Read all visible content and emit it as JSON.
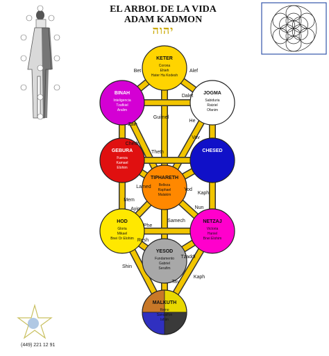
{
  "titles": {
    "line1": "EL ARBOL DE LA VIDA",
    "line2": "ADAM KADMON",
    "hebrew": "יהוה"
  },
  "colors": {
    "path_fill": "#f2c500",
    "path_stroke": "#333333",
    "keter": "#ffd400",
    "jogma": "#ffffff",
    "binah": "#d400d4",
    "chesed": "#1010c8",
    "geburah": "#e01010",
    "tiphareth": "#ff8800",
    "netzach": "#ff00cc",
    "hod": "#ffe800",
    "yesod": "#a8a8a8",
    "malkuth": [
      "#c87828",
      "#3a3a3a",
      "#3030c0",
      "#e8d800"
    ]
  },
  "sephiroth": [
    {
      "id": "keter",
      "label": "KETER",
      "lines": [
        "Corona",
        "Ehieh",
        "Hater Ha Kodesh"
      ]
    },
    {
      "id": "jogma",
      "label": "JOGMA",
      "lines": [
        "Sabiduria",
        "Ratziel",
        "Ofanim"
      ]
    },
    {
      "id": "binah",
      "label": "BINAH",
      "lines": [
        "Inteligencia",
        "Tzafkiel",
        "Aralim"
      ]
    },
    {
      "id": "chesed",
      "label": "CHESED",
      "lines": []
    },
    {
      "id": "geburah",
      "label": "GEBURA",
      "lines": [
        "Fuerza",
        "Kamael",
        "Elohim"
      ]
    },
    {
      "id": "tiphareth",
      "label": "TIPHARETH",
      "lines": [
        "Belleza",
        "Raphael",
        "Malakim"
      ]
    },
    {
      "id": "netzach",
      "label": "NETZAJ",
      "lines": [
        "Victoria",
        "Haniel",
        "Bnei Elohim"
      ]
    },
    {
      "id": "hod",
      "label": "HOD",
      "lines": [
        "Gloria",
        "Mikael",
        "Bnei Or Elohim"
      ]
    },
    {
      "id": "yesod",
      "label": "YESOD",
      "lines": [
        "Fundamento",
        "Gabriel",
        "Serafim"
      ]
    },
    {
      "id": "malkuth",
      "label": "MALKUTH",
      "lines": [
        "Reino",
        "Sandalfon",
        "Ishim"
      ]
    }
  ],
  "path_letters": [
    {
      "id": "bet",
      "text": "Bet"
    },
    {
      "id": "alef",
      "text": "Alef"
    },
    {
      "id": "guimel",
      "text": "Guimel"
    },
    {
      "id": "dalet",
      "text": "Dalet"
    },
    {
      "id": "zain",
      "text": "Zain"
    },
    {
      "id": "he",
      "text": "He"
    },
    {
      "id": "vav",
      "text": "Vav"
    },
    {
      "id": "cheth",
      "text": "Cheth"
    },
    {
      "id": "theth",
      "text": "Theth"
    },
    {
      "id": "lamed",
      "text": "Lamed"
    },
    {
      "id": "yod",
      "text": "Yod"
    },
    {
      "id": "mem",
      "text": "Mem"
    },
    {
      "id": "kaph1",
      "text": "Kaph"
    },
    {
      "id": "ayin",
      "text": "Ayin"
    },
    {
      "id": "nun",
      "text": "Nun"
    },
    {
      "id": "samech",
      "text": "Samech"
    },
    {
      "id": "phe",
      "text": "Phe"
    },
    {
      "id": "resh",
      "text": "Resh"
    },
    {
      "id": "tzaddi",
      "text": "Tzaddi"
    },
    {
      "id": "shin",
      "text": "Shin"
    },
    {
      "id": "tav",
      "text": "Tav"
    },
    {
      "id": "kaph2",
      "text": "Kaph"
    }
  ],
  "footer": {
    "phone": "(449) 221 12 91"
  },
  "icons": {
    "adam_figure": "human-figure-icon",
    "flower_of_life": "flower-of-life-icon",
    "logo": "star-logo-icon"
  }
}
